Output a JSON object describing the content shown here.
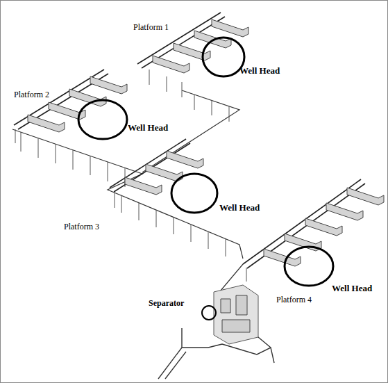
{
  "diagram": {
    "labels": [
      "Platform 1",
      "Well Head",
      "Platform 2",
      "Well Head",
      "Well Head",
      "Platform 3",
      "Well Head",
      "Separator",
      "Platform 4"
    ]
  }
}
